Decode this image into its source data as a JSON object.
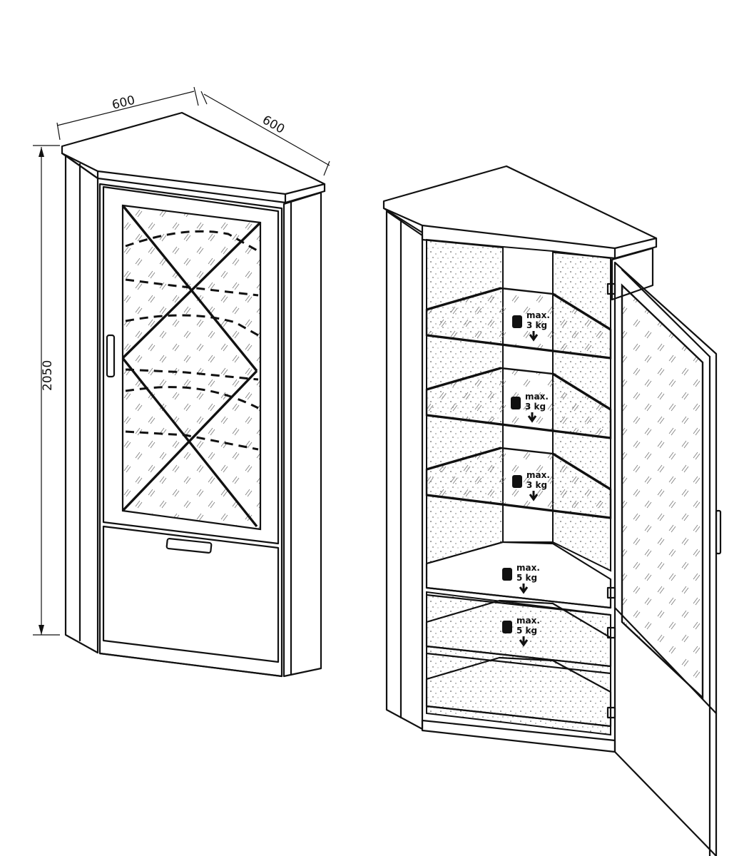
{
  "dimensions": {
    "width_left": "600",
    "width_right": "600",
    "height": "2050"
  },
  "load_labels": [
    {
      "max": "max.",
      "weight": "3 kg"
    },
    {
      "max": "max.",
      "weight": "3 kg"
    },
    {
      "max": "max.",
      "weight": "3 kg"
    },
    {
      "max": "max.",
      "weight": "5 kg"
    },
    {
      "max": "max.",
      "weight": "5 kg"
    }
  ],
  "icons": [
    "weight-icon",
    "arrow-down-icon"
  ]
}
